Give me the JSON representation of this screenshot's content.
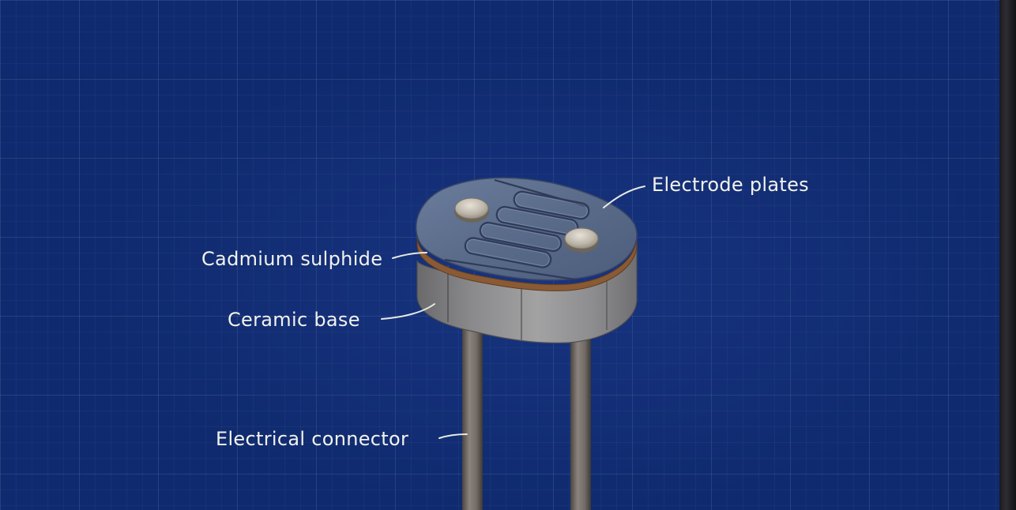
{
  "labels": {
    "electrode_plates": "Electrode plates",
    "cadmium_sulphide": "Cadmium sulphide",
    "ceramic_base": "Ceramic base",
    "electrical_connector": "Electrical connector"
  },
  "colors": {
    "background": "#0f2a6e",
    "grid_line": "#2a4690",
    "top_plate": "#5a6c8c",
    "electrode_track": "#3e4e6e",
    "cadmium_layer": "#8a5a34",
    "ceramic_body": "#7d7d7f",
    "connector_leg": "#726b66",
    "label_text": "#f2f2ee"
  }
}
